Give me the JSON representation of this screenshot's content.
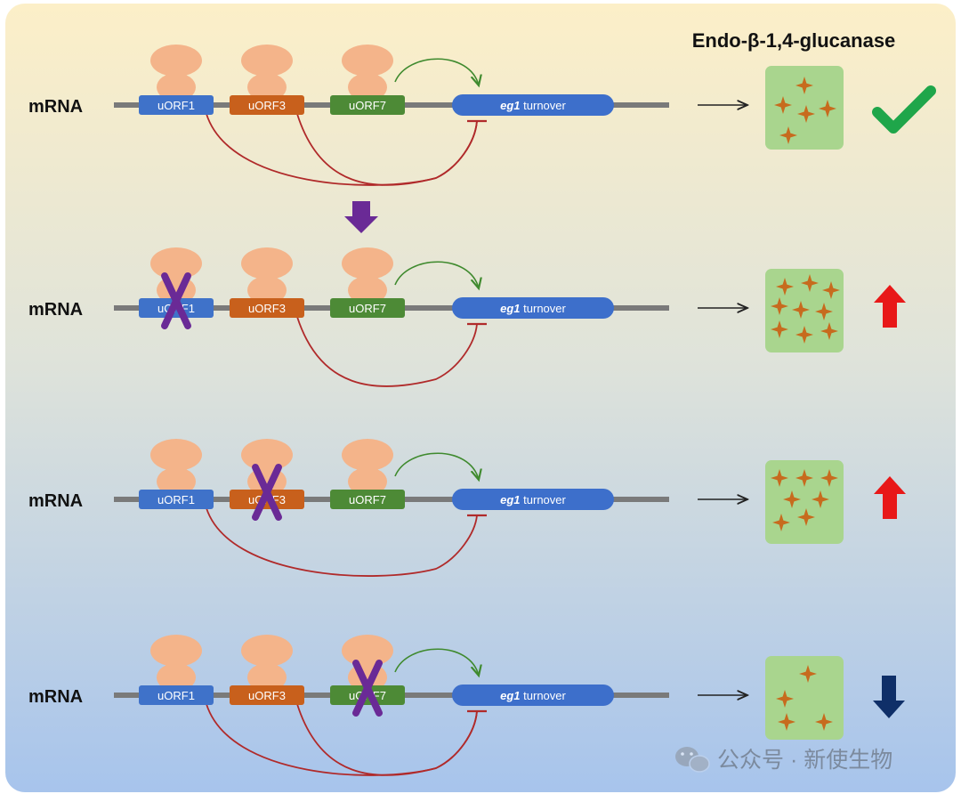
{
  "title": "Endo-β-1,4-glucanase",
  "mrna_label": "mRNA",
  "orf_labels": [
    "uORF1",
    "uORF3",
    "uORF7"
  ],
  "main_orf_label": {
    "italic": "eg1",
    "rest": " turnover"
  },
  "watermark": "公众号 · 新使生物",
  "colors": {
    "bg_top": "#fcefc8",
    "bg_bottom": "#a7c4ec",
    "uORF1": "#3f72c9",
    "uORF3": "#c8601c",
    "uORF7": "#4d8a36",
    "eg1": "#3d6fcb",
    "ribosome": "#f4b48a",
    "cross": "#6a2a96",
    "repress_line": "#b02a2a",
    "activate_arrow": "#3f8a2e",
    "enzyme_box": "#a9d58e",
    "star": "#c76b1e",
    "check": "#1fa64a",
    "up_arrow": "#e81818",
    "down_arrow": "#0f2f68",
    "flow_arrow": "#6a2a96"
  },
  "rows": [
    {
      "knocked_out": null,
      "repressors": [
        "uORF1",
        "uORF3"
      ],
      "outcome": "check",
      "enzyme_stars": 5
    },
    {
      "knocked_out": "uORF1",
      "repressors": [
        "uORF3"
      ],
      "outcome": "up",
      "enzyme_stars": 9
    },
    {
      "knocked_out": "uORF3",
      "repressors": [
        "uORF1"
      ],
      "outcome": "up",
      "enzyme_stars": 7
    },
    {
      "knocked_out": "uORF7",
      "repressors": [
        "uORF1",
        "uORF3"
      ],
      "outcome": "down",
      "enzyme_stars": 4
    }
  ]
}
